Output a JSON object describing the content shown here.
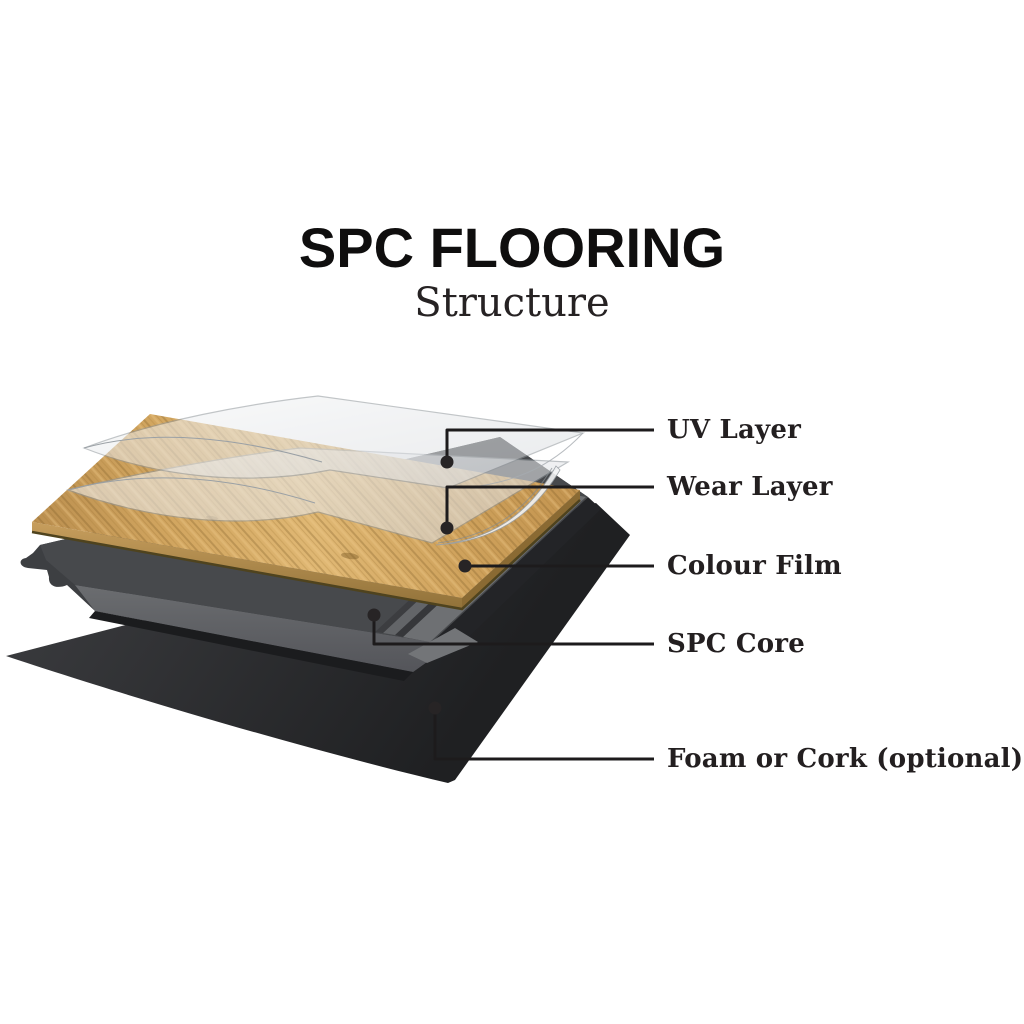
{
  "header": {
    "title": "SPC FLOORING",
    "subtitle": "Structure"
  },
  "layers": [
    {
      "label": "UV Layer",
      "color": "#eceef0"
    },
    {
      "label": "Wear Layer",
      "color": "#e6e8ea"
    },
    {
      "label": "Colour Film",
      "color": "#d0a55f"
    },
    {
      "label": "SPC Core",
      "color": "#4a4c4f"
    },
    {
      "label": "Foam or Cork (optional)",
      "color": "#2c2d2f"
    }
  ],
  "callout": {
    "line_color": "#1d1b1c",
    "dot_color": "#272425"
  },
  "background": "#ffffff"
}
